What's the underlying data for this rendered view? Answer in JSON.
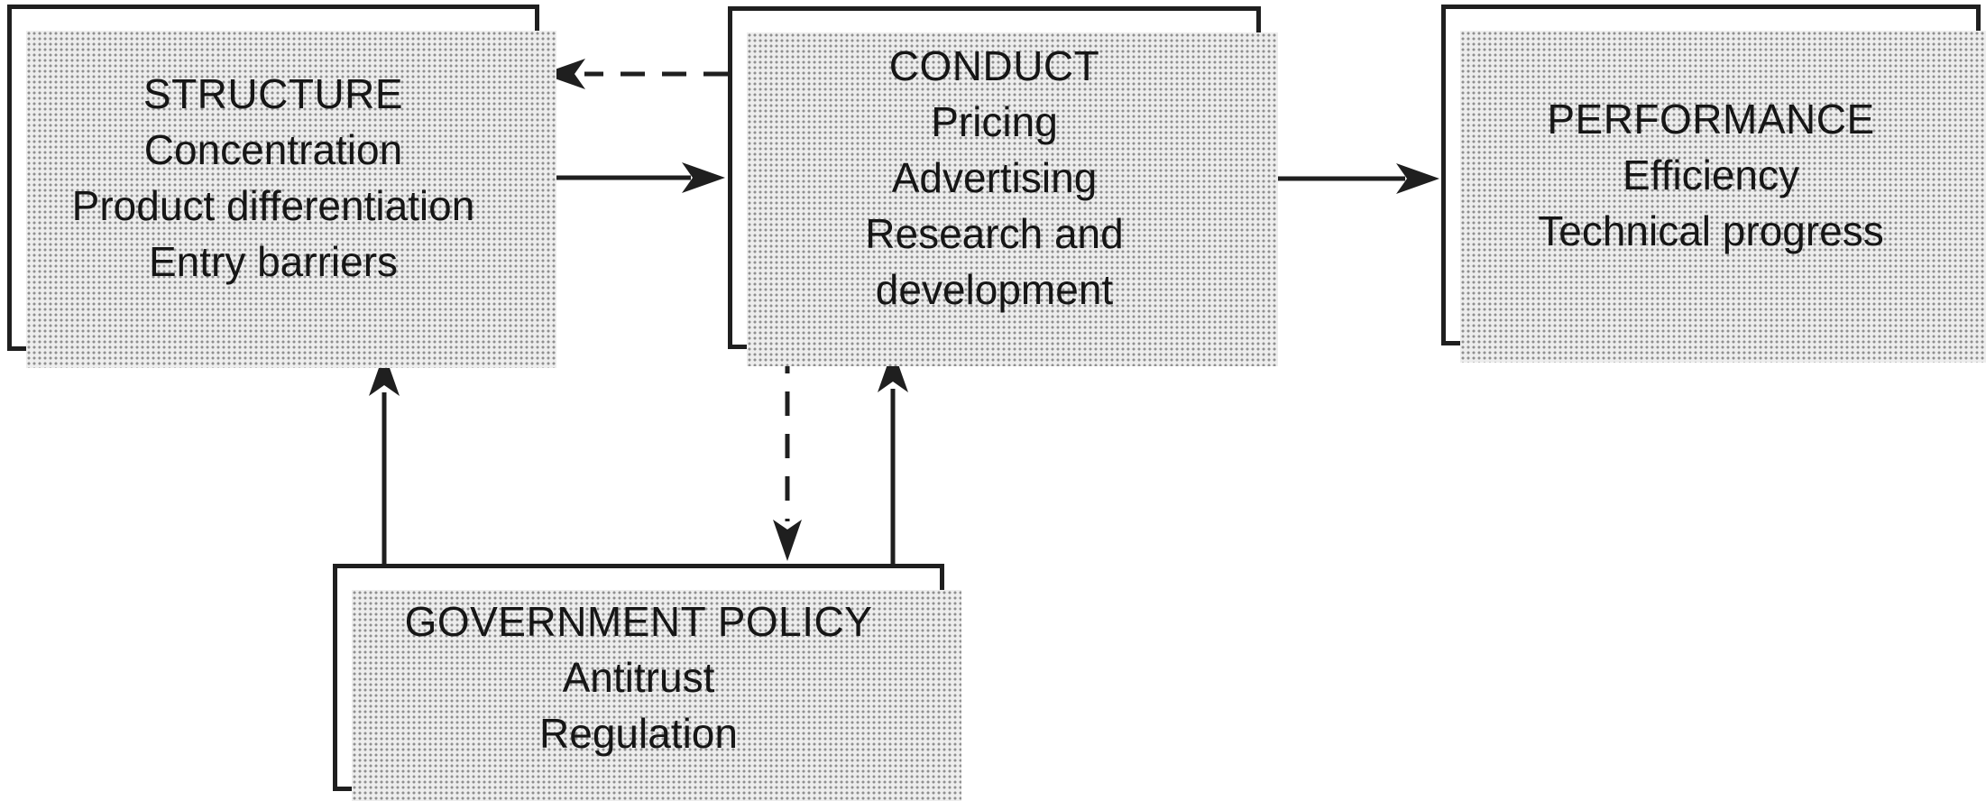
{
  "boxes": {
    "structure": {
      "title": "STRUCTURE",
      "items": [
        "Concentration",
        "Product differentiation",
        "Entry barriers"
      ]
    },
    "conduct": {
      "title": "CONDUCT",
      "items": [
        "Pricing",
        "Advertising",
        "Research and\ndevelopment"
      ]
    },
    "performance": {
      "title": "PERFORMANCE",
      "items": [
        "Efficiency",
        "Technical progress"
      ]
    },
    "government_policy": {
      "title": "GOVERNMENT POLICY",
      "items": [
        "Antitrust",
        "Regulation"
      ]
    }
  },
  "arrows": [
    {
      "name": "structure-to-conduct",
      "style": "solid",
      "from": "structure",
      "to": "conduct"
    },
    {
      "name": "conduct-to-structure",
      "style": "dashed",
      "from": "conduct",
      "to": "structure"
    },
    {
      "name": "conduct-to-performance",
      "style": "solid",
      "from": "conduct",
      "to": "performance"
    },
    {
      "name": "government-policy-to-structure",
      "style": "solid",
      "from": "government_policy",
      "to": "structure"
    },
    {
      "name": "conduct-to-government-policy",
      "style": "dashed",
      "from": "conduct",
      "to": "government_policy"
    },
    {
      "name": "government-policy-to-conduct",
      "style": "solid",
      "from": "government_policy",
      "to": "conduct"
    }
  ],
  "colors": {
    "line": "#1f1f1f",
    "text": "#161616",
    "background": "#ffffff",
    "shadow_dot": "#8f8f8f"
  }
}
